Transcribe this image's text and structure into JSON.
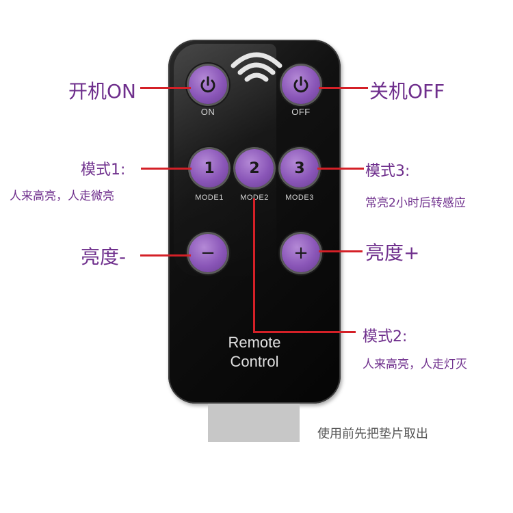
{
  "remote": {
    "on_label": "ON",
    "off_label": "OFF",
    "mode1_number": "1",
    "mode2_number": "2",
    "mode3_number": "3",
    "mode1_label": "MODE1",
    "mode2_label": "MODE2",
    "mode3_label": "MODE3",
    "minus_symbol": "−",
    "plus_symbol": "+",
    "brand_line1": "Remote",
    "brand_line2": "Control"
  },
  "annotations": {
    "power_on": "开机ON",
    "power_off": "关机OFF",
    "mode1_title": "模式1:",
    "mode1_desc": "人来高亮，人走微亮",
    "mode2_title": "模式2:",
    "mode2_desc": "人来高亮，人走灯灭",
    "mode3_title": "模式3:",
    "mode3_desc": "常亮2小时后转感应",
    "brightness_down": "亮度-",
    "brightness_up": "亮度+",
    "remove_tab_note": "使用前先把垫片取出"
  },
  "colors": {
    "button_purple": "#8a56b8",
    "annotation_purple": "#6e2e8c",
    "pointer_red": "#d42027",
    "tab_gray": "#c7c7c7"
  },
  "icons": [
    "power-icon",
    "signal-icon"
  ]
}
